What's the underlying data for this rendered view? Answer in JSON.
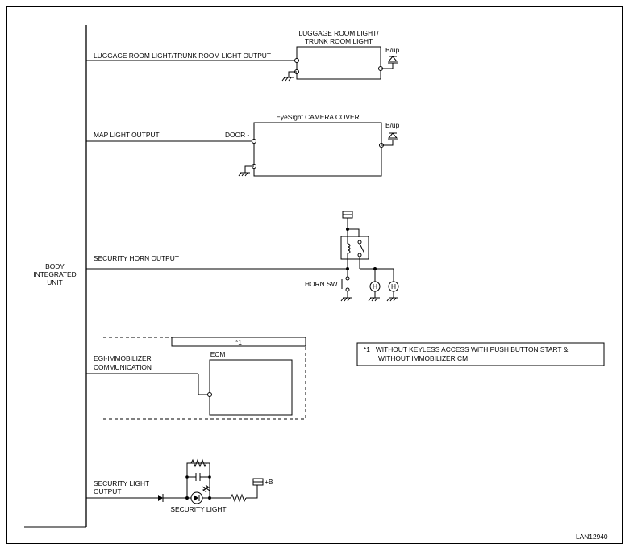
{
  "bcm": {
    "label_lines": [
      "BODY",
      "INTEGRATED",
      "UNIT"
    ]
  },
  "luggage": {
    "output_label": "LUGGAGE ROOM LIGHT/TRUNK ROOM LIGHT OUTPUT",
    "box_title_lines": [
      "LUGGAGE ROOM LIGHT/",
      "TRUNK ROOM LIGHT"
    ],
    "bup": "B/up"
  },
  "map": {
    "output_label": "MAP LIGHT OUTPUT",
    "box_title": "EyeSight CAMERA COVER",
    "door": "DOOR -",
    "bup": "B/up"
  },
  "horn": {
    "output_label": "SECURITY HORN OUTPUT",
    "sw_label": "HORN SW",
    "horn_symbol": "H"
  },
  "egi": {
    "label_lines": [
      "EGI-IMMOBILIZER",
      "COMMUNICATION"
    ],
    "note_tag": "*1",
    "ecm": "ECM",
    "note_lines": [
      "*1 : WITHOUT KEYLESS ACCESS WITH PUSH BUTTON START &",
      "WITHOUT IMMOBILIZER CM"
    ]
  },
  "security_light": {
    "output_lines": [
      "SECURITY LIGHT",
      "OUTPUT"
    ],
    "label": "SECURITY LIGHT",
    "plus_b": "+B"
  },
  "diagram_code": "LAN12940"
}
